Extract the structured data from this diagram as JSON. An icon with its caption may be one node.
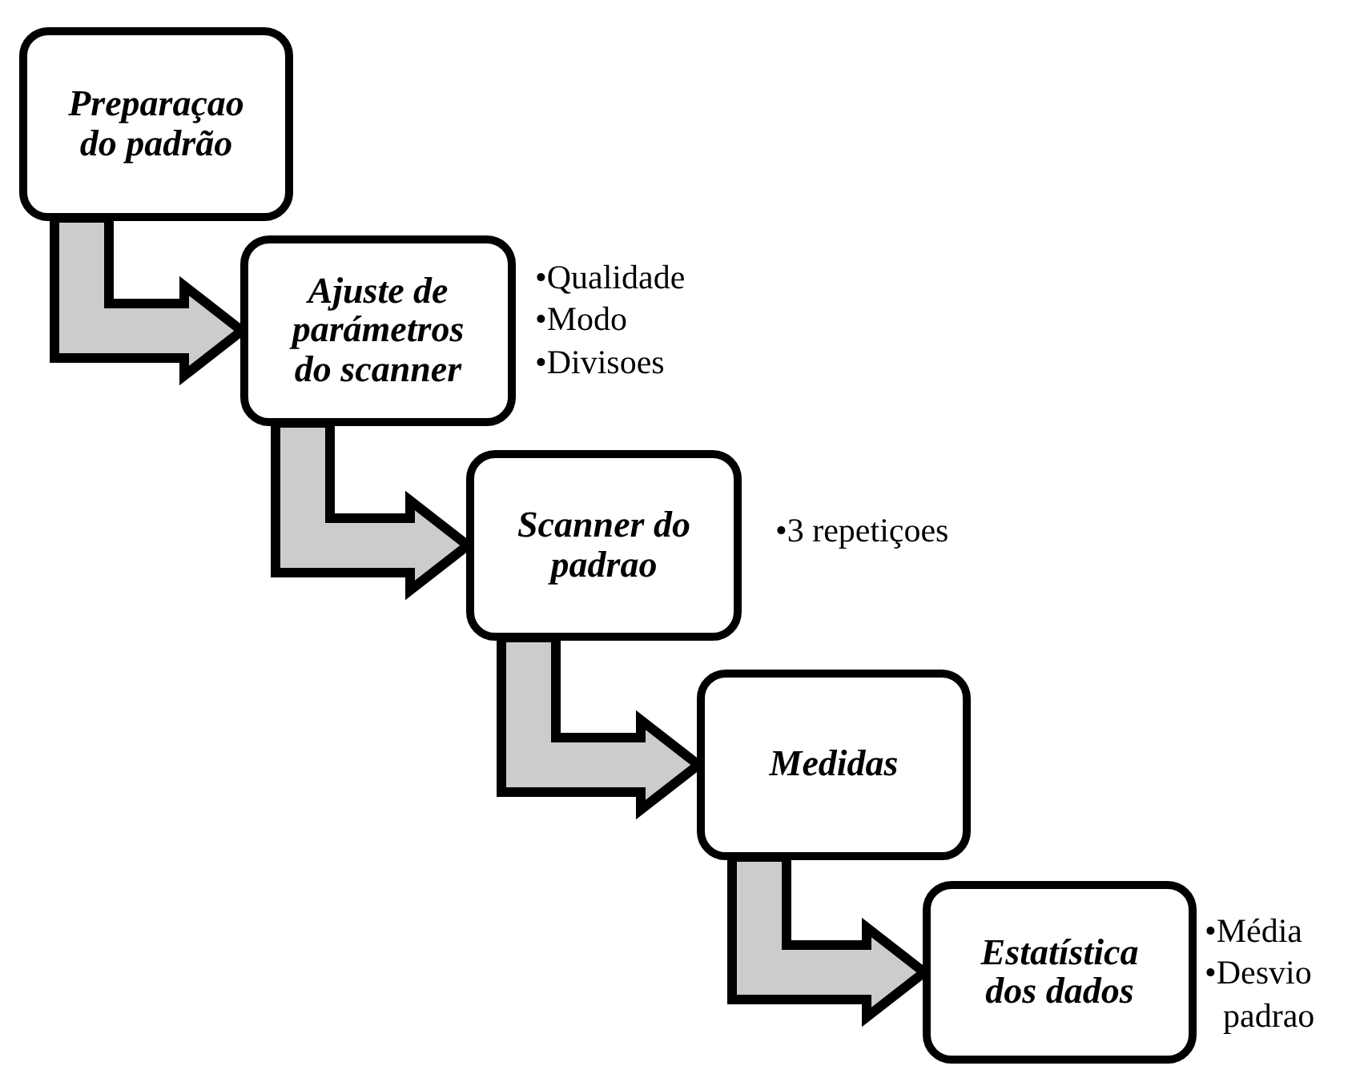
{
  "diagram": {
    "nodes": [
      {
        "text": [
          "Preparaçao do padrão"
        ]
      },
      {
        "text": [
          "Ajuste de parámetros do scanner"
        ],
        "beside": [
          "•Qualidade",
          "•Modo",
          "•Divisoes"
        ]
      },
      {
        "text": [
          "Scanner do padrao"
        ],
        "beside": [
          "•3 repetiçoes"
        ]
      },
      {
        "text": [
          "Medidas"
        ]
      },
      {
        "text": [
          "Estatística dos dados"
        ],
        "beside": [
          "•Média",
          "•Desvio padrao"
        ]
      }
    ],
    "edges": [
      {
        "from": 0,
        "to": 1,
        "arrow": "to"
      },
      {
        "from": 1,
        "to": 2,
        "arrow": "to"
      },
      {
        "from": 2,
        "to": 3,
        "arrow": "to"
      },
      {
        "from": 3,
        "to": 4,
        "arrow": "to"
      }
    ]
  }
}
